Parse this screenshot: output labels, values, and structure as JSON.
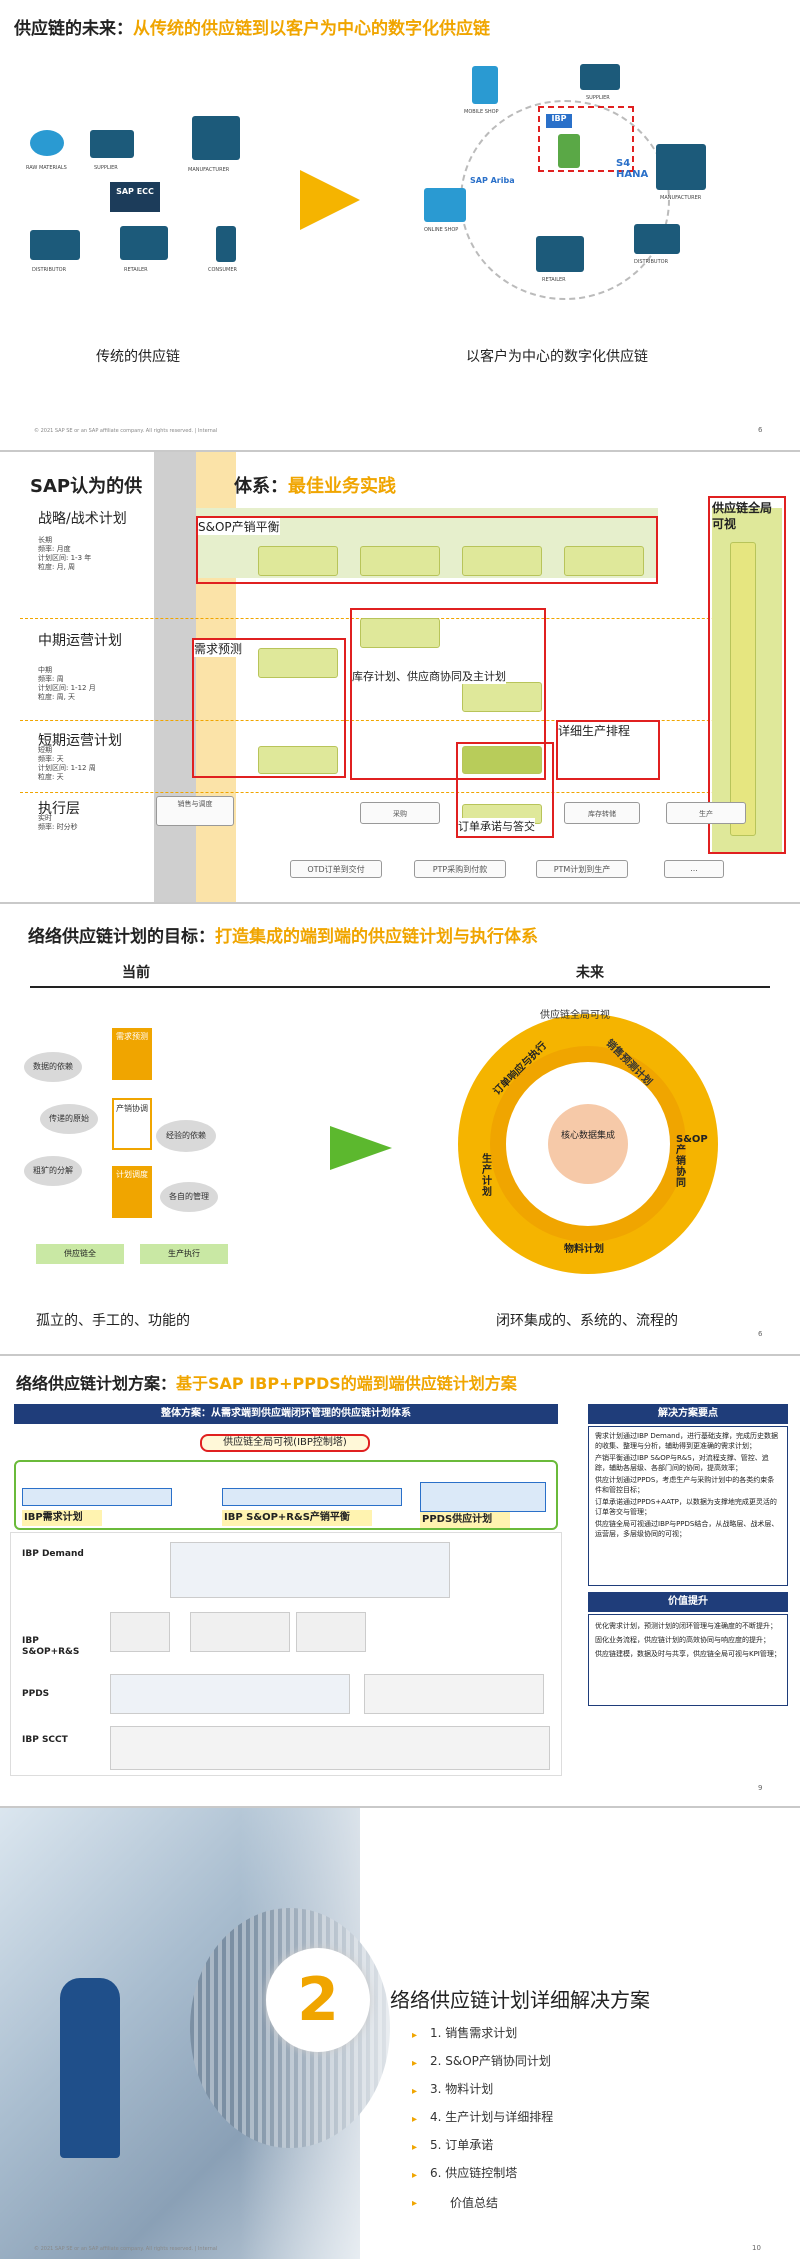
{
  "slide1": {
    "title_prefix": "供应链的未来：",
    "title_highlight": "从传统的供应链到以客户为中心的数字化供应链",
    "left_caption": "传统的供应链",
    "right_caption": "以客户为中心的数字化供应链",
    "left_labels": [
      "RAW MATERIALS",
      "SUPPLIER",
      "MANUFACTURER",
      "DISTRIBUTOR",
      "RETAILER",
      "CONSUMER"
    ],
    "sap_ecc": "SAP ECC",
    "right_labels": [
      "MOBILE SHOP",
      "SUPPLIER",
      "IBP",
      "SAP Ariba",
      "S4 HANA",
      "MANUFACTURER",
      "ONLINE SHOP",
      "RETAILER",
      "DISTRIBUTOR"
    ],
    "footer": "© 2021 SAP SE or an SAP affiliate company. All rights reserved. | Internal",
    "page": "6"
  },
  "slide2": {
    "title_black": "SAP认为的供",
    "title_black2": "体系：",
    "title_orange": "最佳业务实践",
    "rows": [
      {
        "title": "战略/战术计划",
        "details": [
          "长期",
          "频率: 月度",
          "计划区间: 1-3 年",
          "粒度: 月, 周"
        ]
      },
      {
        "title": "中期运营计划",
        "details": [
          "中期",
          "频率: 周",
          "计划区间: 1-12 月",
          "粒度: 周, 天"
        ]
      },
      {
        "title": "短期运营计划",
        "details": [
          "短期",
          "频率: 天",
          "计划区间: 1-12 周",
          "粒度: 天"
        ]
      },
      {
        "title": "执行层",
        "details": [
          "实时",
          "频率: 时分秒"
        ]
      }
    ],
    "red_labels": [
      "S&OP产销平衡",
      "需求预测",
      "库存计划、供应商协同及主计划",
      "详细生产排程",
      "订单承诺与答交",
      "供应链全局可视"
    ],
    "bottom_boxes": [
      "OTD订单到交付",
      "PTP采购到付款",
      "PTM计划到生产",
      "..."
    ],
    "exec_boxes": [
      "销售与调度",
      "采购",
      "库存转储",
      "生产"
    ]
  },
  "slide3": {
    "title_prefix": "络络供应链计划的目标：",
    "title_highlight": "打造集成的端到端的供应链计划与执行体系",
    "col_current": "当前",
    "col_future": "未来",
    "left_ellipses": [
      "数据的依赖",
      "传递的原始",
      "粗犷的分解",
      "经验的依赖",
      "各自的管理"
    ],
    "left_arrows": [
      "需求预测",
      "产销协调",
      "计划调度"
    ],
    "chain": [
      "供应链全",
      "生产执行"
    ],
    "ring_labels": [
      "供应链全局可视",
      "销售预测计划",
      "S&OP产销协同",
      "物料计划",
      "生产计划",
      "订单响应与执行"
    ],
    "center": "核心数据集成",
    "caption_left": "孤立的、手工的、功能的",
    "caption_right": "闭环集成的、系统的、流程的",
    "page": "6"
  },
  "slide4": {
    "title_prefix": "络络供应链计划方案：",
    "title_highlight": "基于SAP IBP+PPDS的端到端供应链计划方案",
    "header": "整体方案：从需求端到供应端闭环管理的供应链计划体系",
    "visibility": "供应链全局可视(IBP控制塔)",
    "groups": [
      "IBP需求计划",
      "IBP S&OP+R&S产销平衡",
      "PPDS供应计划"
    ],
    "row_labels": [
      "IBP Demand",
      "IBP S&OP+R&S",
      "PPDS",
      "IBP SCCT"
    ],
    "right_header1": "解决方案要点",
    "right_header2": "价值提升",
    "points": [
      "需求计划通过IBP Demand，进行基础支撑，完成历史数据的收集、整理与分析，辅助得到更准确的需求计划；",
      "产销平衡通过IBP S&OP与R&S，对流程支撑、管控、追踪，辅助各层级、各部门间的协同，提高效率；",
      "供应计划通过PPDS，考虑生产与采购计划中的各类约束条件和管控目标；",
      "订单承诺通过PPDS+AATP，以数据为支撑地完成更灵活的订单答交与管理；",
      "供应链全局可视通过IBP与PPDS结合，从战略层、战术层、运营层，多层级协同的可视；"
    ],
    "values": [
      "优化需求计划，预测计划的闭环管理与准确度的不断提升；",
      "固化业务流程，供应链计划的高效协同与响应度的提升；",
      "供应链建模，数据及时与共享，供应链全局可视与KPI管理；"
    ],
    "page": "9"
  },
  "slide5": {
    "number": "2",
    "title": "络络供应链计划详细解决方案",
    "items": [
      "1. 销售需求计划",
      "2. S&OP产销协同计划",
      "3. 物料计划",
      "4. 生产计划与详细排程",
      "5. 订单承诺",
      "6. 供应链控制塔",
      "价值总结"
    ],
    "footer": "© 2021 SAP SE or an SAP affiliate company. All rights reserved. | Internal",
    "page": "10"
  }
}
